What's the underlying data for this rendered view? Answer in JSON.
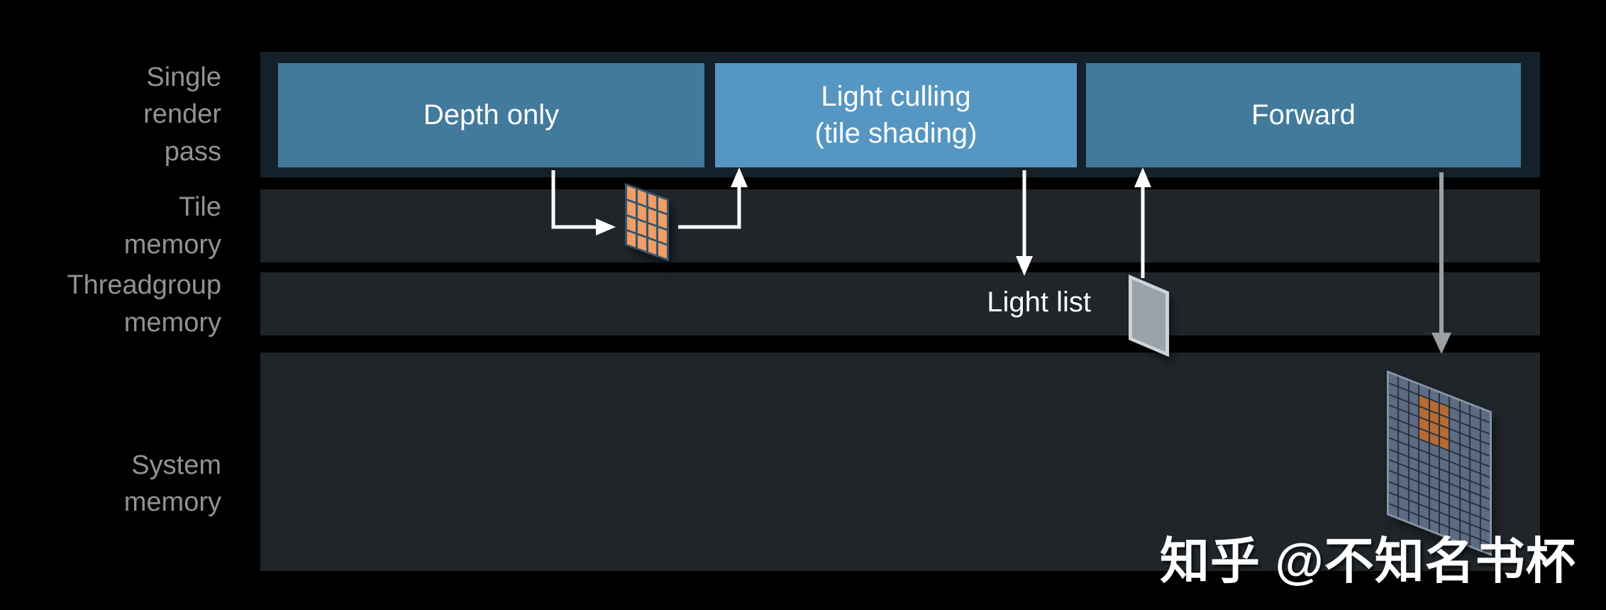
{
  "row_labels": {
    "render_pass": "Single\nrender\npass",
    "tile": "Tile\nmemory",
    "threadgroup": "Threadgroup\nmemory",
    "system": "System\nmemory"
  },
  "pass_boxes": [
    {
      "label": "Depth only"
    },
    {
      "label": "Light culling\n(tile shading)"
    },
    {
      "label": "Forward"
    }
  ],
  "annotations": {
    "light_list": "Light list",
    "watermark": "知乎 @不知名书杯"
  },
  "icons": {
    "tile_grid": {
      "cols": 4,
      "rows": 4,
      "cell_color": "#f09e66",
      "line_color": "#35536a"
    },
    "lightlist_shape": {
      "fill": "#99a3ac",
      "border": "#ced3d8"
    },
    "system_grid": {
      "cols": 10,
      "rows": 13,
      "cell_color": "#5d6c83",
      "line_color": "#272f3b",
      "highlight_color": "#b76b33",
      "highlight": {
        "col_start": 4,
        "col_end": 6,
        "row_start": 2,
        "row_end": 5
      }
    }
  },
  "colors": {
    "background": "#000000",
    "render_pass_band": "#14212b",
    "memory_row": "#20252a",
    "box_primary": "#427a9c",
    "box_highlight": "#5596c2",
    "label_gray": "#909396",
    "arrow_white": "#ffffff",
    "arrow_gray": "#9aa0a4"
  }
}
